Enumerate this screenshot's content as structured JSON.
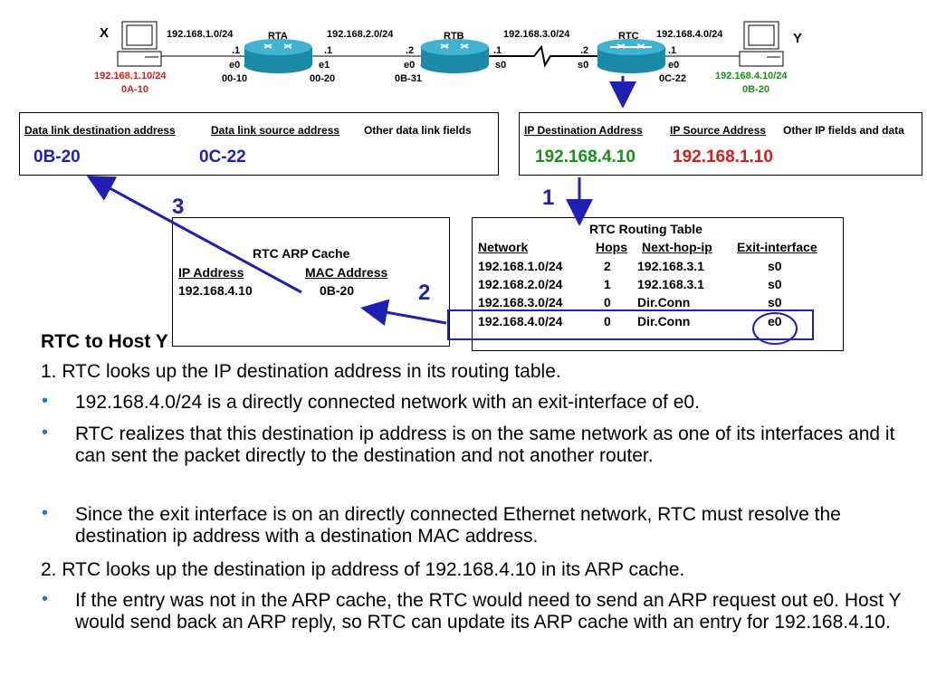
{
  "network": {
    "host_x": {
      "name": "X",
      "ip": "192.168.1.10/24",
      "mac": "0A-10"
    },
    "host_y": {
      "name": "Y",
      "ip": "192.168.4.10/24",
      "mac": "0B-20"
    },
    "networks": [
      "192.168.1.0/24",
      "192.168.2.0/24",
      "192.168.3.0/24",
      "192.168.4.0/24"
    ],
    "routers": [
      {
        "name": "RTA",
        "left": {
          "addr": ".1",
          "iface": "e0",
          "mac": "00-10"
        },
        "right": {
          "addr": ".1",
          "iface": "e1",
          "mac": "00-20"
        }
      },
      {
        "name": "RTB",
        "left": {
          "addr": ".2",
          "iface": "e0",
          "mac": "0B-31"
        },
        "right": {
          "addr": ".1",
          "iface": "s0"
        }
      },
      {
        "name": "RTC",
        "left": {
          "addr": ".2",
          "iface": "s0"
        },
        "right": {
          "addr": ".1",
          "iface": "e0",
          "mac": "0C-22"
        }
      }
    ]
  },
  "frame_box": {
    "headers": [
      "Data link destination address",
      "Data link source address",
      "Other data link fields"
    ],
    "dest": "0B-20",
    "src": "0C-22"
  },
  "ip_box": {
    "headers": [
      "IP Destination Address",
      "IP Source Address",
      "Other IP fields and data"
    ],
    "dest": "192.168.4.10",
    "src": "192.168.1.10"
  },
  "arp_cache": {
    "title": "RTC ARP Cache",
    "headers": [
      "IP Address",
      "MAC Address"
    ],
    "row": [
      "192.168.4.10",
      "0B-20"
    ]
  },
  "routing_table": {
    "title": "RTC Routing Table",
    "headers": [
      "Network",
      "Hops",
      "Next-hop-ip",
      "Exit-interface"
    ],
    "rows": [
      [
        "192.168.1.0/24",
        "2",
        "192.168.3.1",
        "s0"
      ],
      [
        "192.168.2.0/24",
        "1",
        "192.168.3.1",
        "s0"
      ],
      [
        "192.168.3.0/24",
        "0",
        "Dir.Conn",
        "s0"
      ],
      [
        "192.168.4.0/24",
        "0",
        "Dir.Conn",
        "e0"
      ]
    ]
  },
  "steps": [
    "1",
    "2",
    "3"
  ],
  "text": {
    "heading": "RTC to Host Y",
    "p1": "1.  RTC looks up the IP destination address in its routing table.",
    "b1": "192.168.4.0/24 is a directly connected network with an exit-interface of e0.",
    "b2": "RTC realizes that this destination ip address is on the same network as one of its interfaces and it can sent the packet directly to the destination and not another router.",
    "b3": "Since the exit interface is on an directly connected Ethernet network,  RTC must resolve the destination ip address with a destination MAC address.",
    "p2": "2.  RTC looks up the destination ip address of 192.168.4.10 in its ARP cache.",
    "b4": "If the entry was not in the ARP cache, the RTC would need to send an ARP request out e0.  Host Y would send back an ARP reply, so RTC can update its ARP cache with an entry for 192.168.4.10."
  },
  "colors": {
    "blue": "#1f1fb4",
    "red": "#d11f1f",
    "green": "#1a8f1a",
    "bullet": "#1f7ec8"
  }
}
